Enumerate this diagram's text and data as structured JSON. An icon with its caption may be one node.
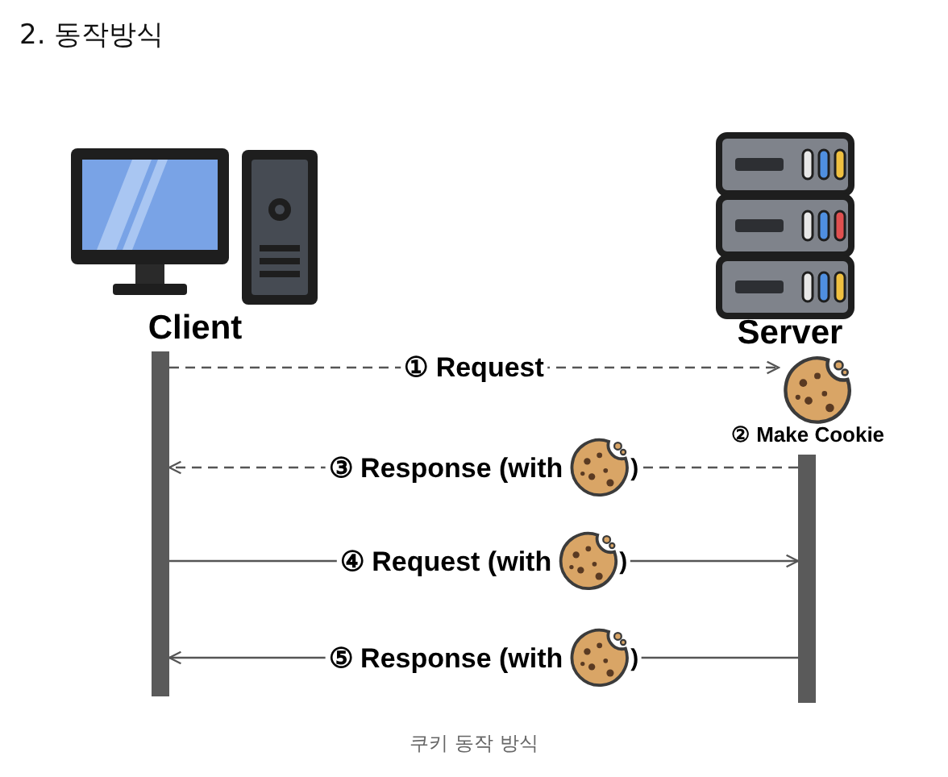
{
  "diagram": {
    "title": "2. 동작방식",
    "caption": "쿠키 동작 방식",
    "nodes": [
      {
        "text": [
          "Client"
        ]
      },
      {
        "text": [
          "Server"
        ]
      },
      {
        "text": [],
        "shape": "bar"
      },
      {
        "text": [],
        "shape": "bar"
      },
      {
        "text": [
          "② Make Cookie"
        ]
      }
    ],
    "edges": [
      {
        "from": 2,
        "to": 4,
        "arrow": "to",
        "label": "① Request",
        "style": "dashed"
      },
      {
        "from": 3,
        "to": 2,
        "arrow": "to",
        "label": "③ Response (with )",
        "style": "dashed"
      },
      {
        "from": 2,
        "to": 3,
        "arrow": "to",
        "label": "④ Request (with )"
      },
      {
        "from": 3,
        "to": 2,
        "arrow": "to",
        "label": "⑤ Response (with )"
      }
    ]
  }
}
